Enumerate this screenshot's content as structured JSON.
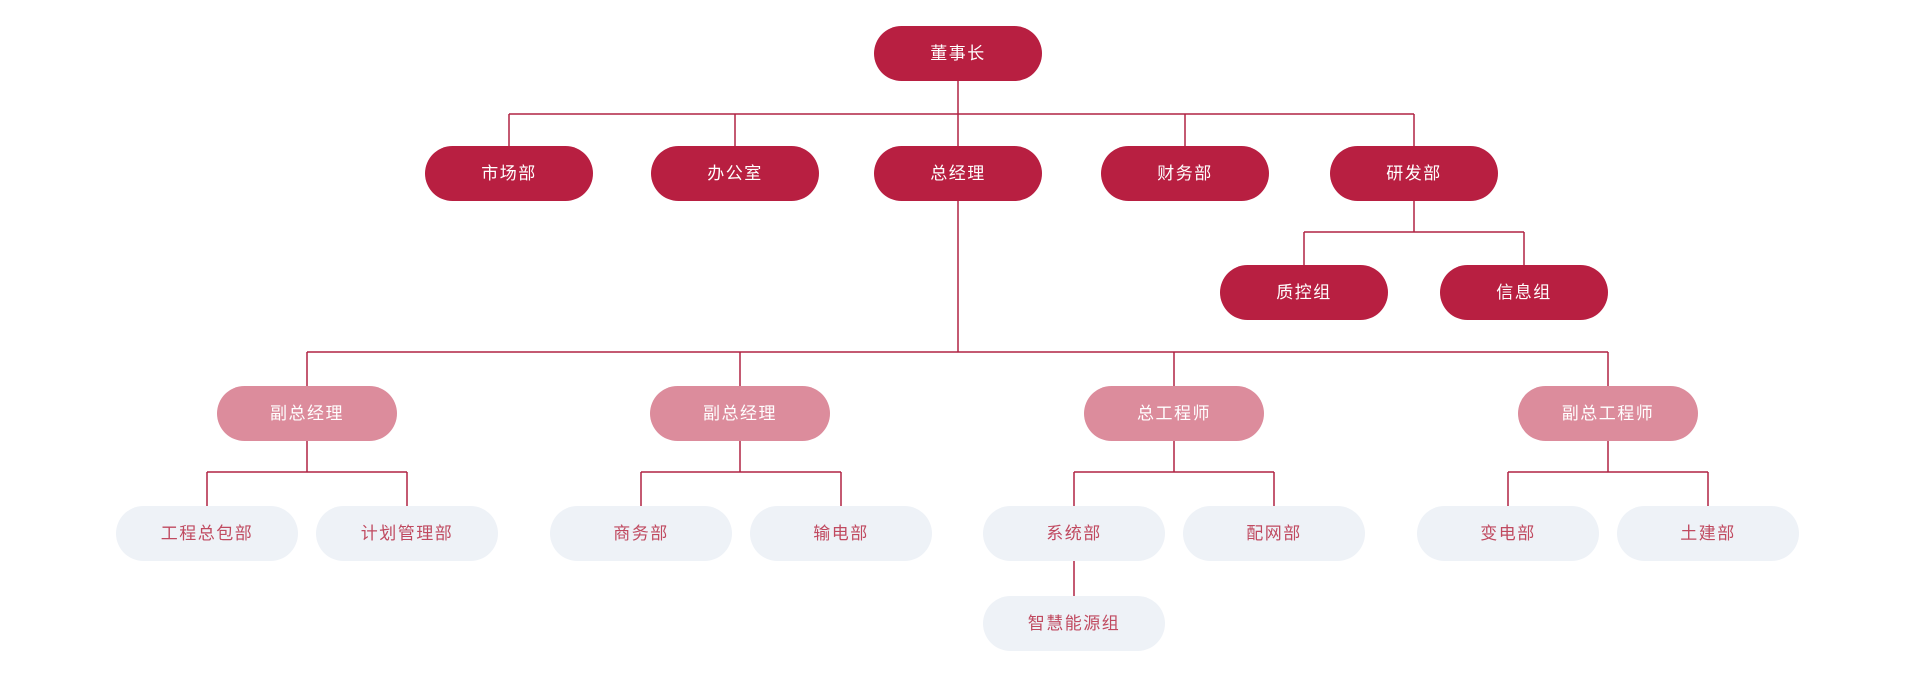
{
  "colors": {
    "primary": "#b81f41",
    "secondary": "#dc8c9c",
    "tertiary": "#eef2f7",
    "tertiary_text": "#c04a60",
    "connector": "#b02343",
    "background": "#ffffff"
  },
  "chart_data": {
    "type": "org-tree",
    "root": "董事长",
    "tree": {
      "董事长": [
        "市场部",
        "办公室",
        "总经理",
        "财务部",
        "研发部"
      ],
      "研发部": [
        "质控组",
        "信息组"
      ],
      "总经理": [
        "副总经理",
        "副总经理",
        "总工程师",
        "副总工程师"
      ],
      "副总经理(1)": [
        "工程总包部",
        "计划管理部"
      ],
      "副总经理(2)": [
        "商务部",
        "输电部"
      ],
      "总工程师": [
        "系统部",
        "配网部"
      ],
      "副总工程师": [
        "变电部",
        "土建部"
      ],
      "系统部": [
        "智慧能源组"
      ]
    }
  },
  "org": {
    "chairman": "董事长",
    "level2": {
      "marketing": "市场部",
      "office": "办公室",
      "general_manager": "总经理",
      "finance": "财务部",
      "rnd": "研发部"
    },
    "rnd_groups": {
      "quality_control": "质控组",
      "information": "信息组"
    },
    "level3": {
      "deputy_gm_1": "副总经理",
      "deputy_gm_2": "副总经理",
      "chief_engineer": "总工程师",
      "deputy_chief_engineer": "副总工程师"
    },
    "level4": {
      "engineering_epc": "工程总包部",
      "planning": "计划管理部",
      "commerce": "商务部",
      "transmission": "输电部",
      "system": "系统部",
      "distribution": "配网部",
      "substation": "变电部",
      "civil": "土建部"
    },
    "level5": {
      "smart_energy": "智慧能源组"
    }
  }
}
